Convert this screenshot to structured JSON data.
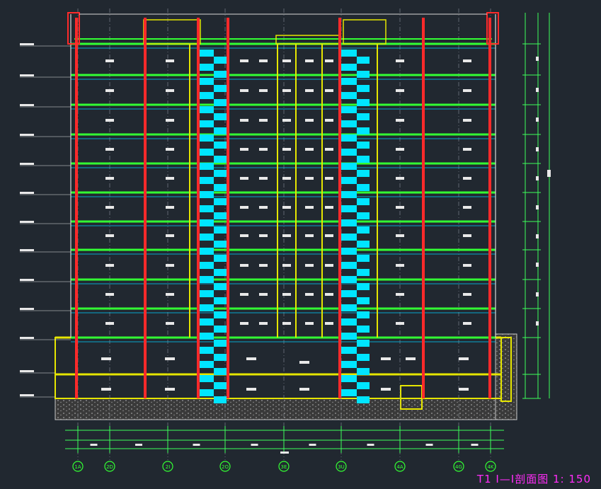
{
  "drawing": {
    "sheet_title": "T1 I—I剖面图 1: 150",
    "grid_axes": [
      "1A",
      "2D",
      "2I",
      "2O",
      "3E",
      "3U",
      "4A",
      "4G",
      "4K"
    ],
    "colors": {
      "background": "#212830",
      "floor_slab": "#33ff33",
      "column": "#ff2a2a",
      "wall": "#e6e600",
      "stair": "#00e5ff",
      "ground": "#c8c8c8",
      "dimension": "#3dff5a",
      "axis_circle": "#33ff33",
      "title": "#ff2df7"
    },
    "floors_above_ground": 10,
    "basement_levels": 2
  }
}
